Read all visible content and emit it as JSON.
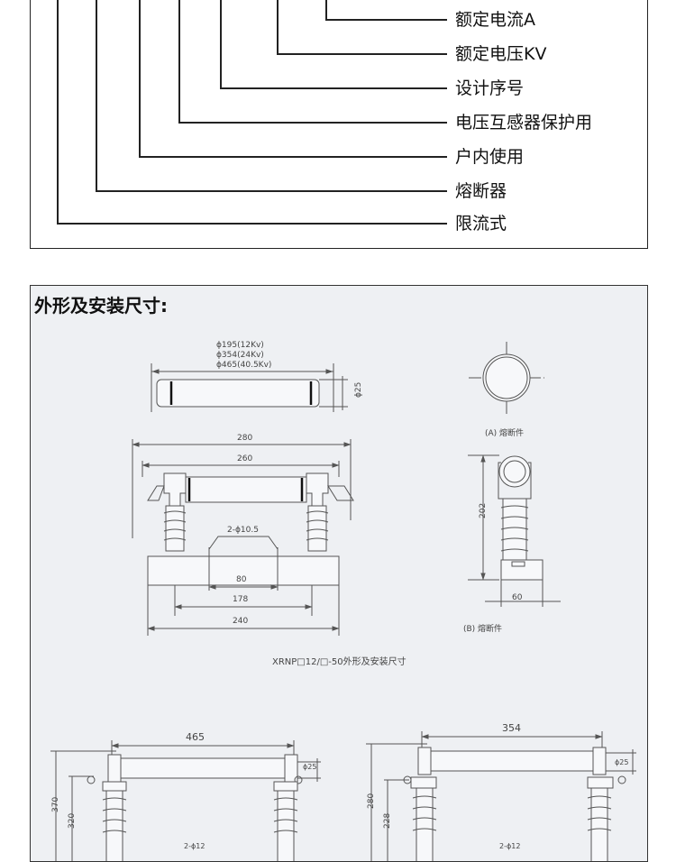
{
  "model_code": {
    "items": [
      {
        "label": "额定电流A"
      },
      {
        "label": "额定电压KV"
      },
      {
        "label": "设计序号"
      },
      {
        "label": "电压互感器保护用"
      },
      {
        "label": "户内使用"
      },
      {
        "label": "熔断器"
      },
      {
        "label": "限流式"
      }
    ]
  },
  "dimensions_section": {
    "title": "外形及安装尺寸:",
    "fuse_top": {
      "lengths": [
        "ϕ195(12Kv)",
        "ϕ354(24Kv)",
        "ϕ465(40.5Kv)"
      ],
      "diameter": "ϕ25"
    },
    "fuse_end_view": {
      "caption": "(A) 熔断件"
    },
    "base_front": {
      "dim_overall": "280",
      "dim_inner": "260",
      "dim_holes": "2-ϕ10.5",
      "dim_80": "80",
      "dim_178": "178",
      "dim_240": "240"
    },
    "base_side": {
      "dim_height": "202",
      "dim_width": "60",
      "caption": "(B) 熔断件"
    },
    "caption_main": "XRNP□12/□-50外形及安装尺寸",
    "lower_left": {
      "dim_length": "465",
      "dim_dia": "ϕ25",
      "dim_370": "370",
      "dim_320": "320",
      "dim_holes": "2-ϕ12"
    },
    "lower_right": {
      "dim_length": "354",
      "dim_dia": "ϕ25",
      "dim_280": "280",
      "dim_228": "228",
      "dim_holes": "2-ϕ12"
    }
  }
}
